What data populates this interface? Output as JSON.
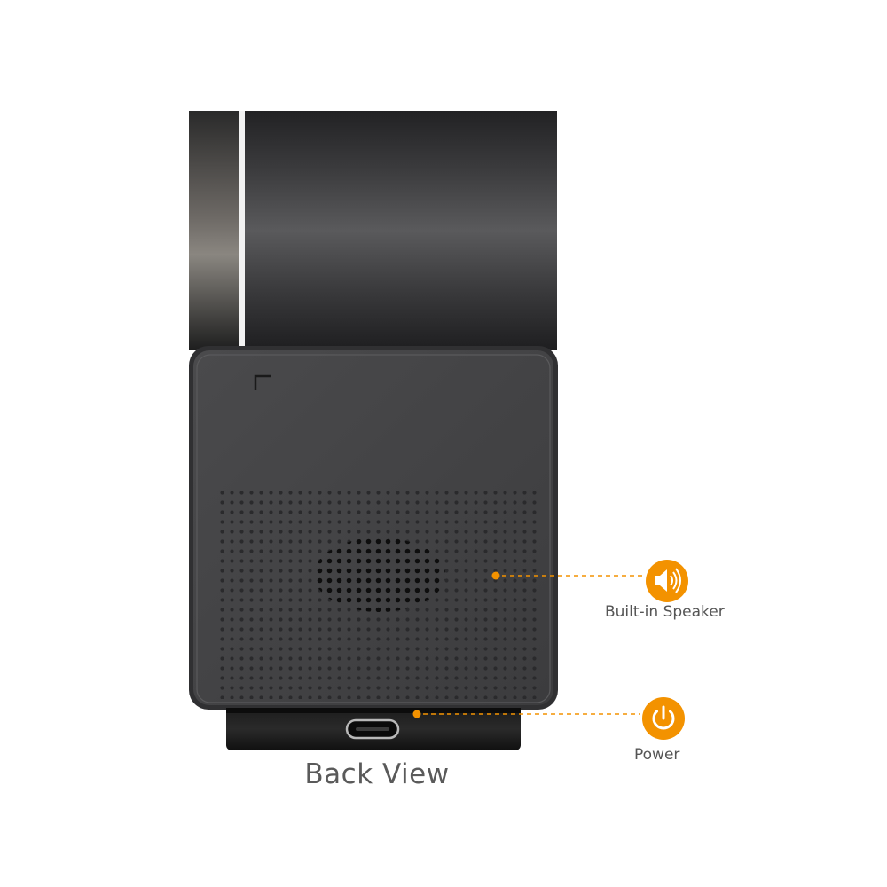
{
  "caption": "Back View",
  "callouts": [
    {
      "label": "Built-in Speaker",
      "icon": "speaker-icon"
    },
    {
      "label": "Power",
      "icon": "power-icon"
    }
  ],
  "colors": {
    "accent": "#F39200",
    "device_dark": "#3a3a3c",
    "device_panel": "#444446",
    "label_text": "#555555"
  }
}
